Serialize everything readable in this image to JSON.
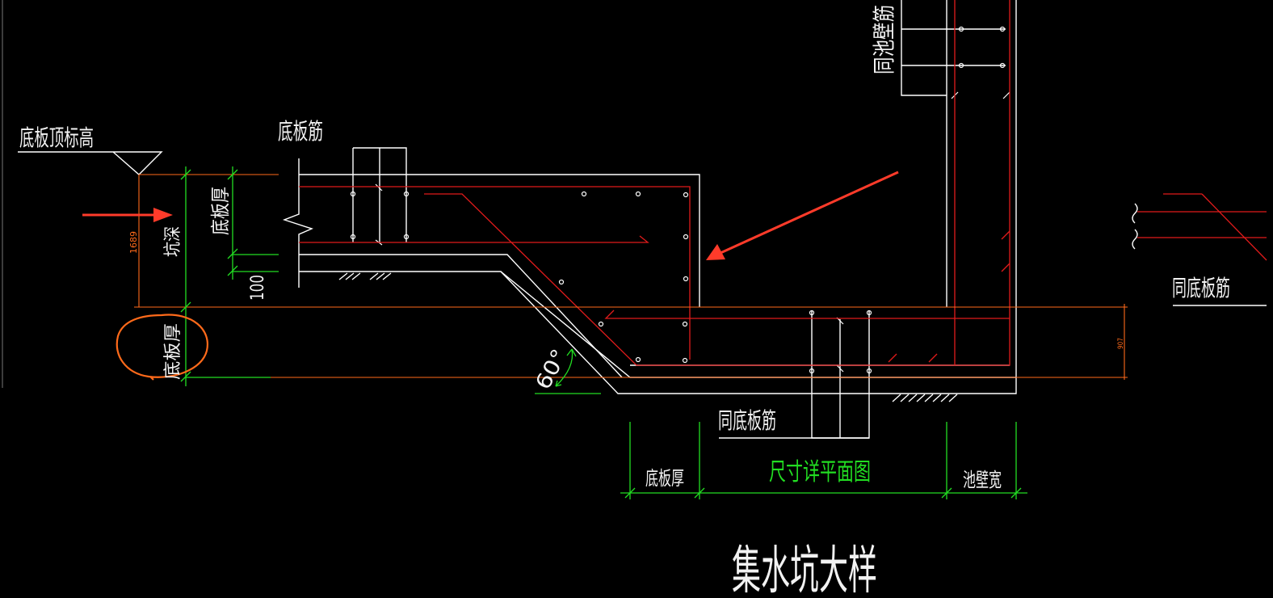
{
  "labels": {
    "slab_top_elevation": "底板顶标高",
    "slab_rebar": "底板筋",
    "slab_thickness_vertical": "底板厚",
    "pit_depth": "坑深",
    "dim_100": "100",
    "dim_1689": "1689",
    "slab_thickness_circled": "底板厚",
    "angle_60": "60°",
    "same_as_slab_rebar_bottom": "同底板筋",
    "same_as_slab_rebar_right": "同底板筋",
    "same_as_wall_rebar": "同池壁筋",
    "slab_thickness_bottom": "底板厚",
    "dimension_per_plan": "尺寸详平面图",
    "wall_width": "池壁宽",
    "dim_907": "907",
    "drawing_title": "集水坑大样"
  },
  "colors": {
    "background": "#000000",
    "outline": "#ffffff",
    "rebar": "#e01b1b",
    "dimension": "#22dd22",
    "orange_dim": "#ff6a1a",
    "annotation_arrow": "#ff3b2a",
    "highlight_circle": "#ff6a1a"
  }
}
